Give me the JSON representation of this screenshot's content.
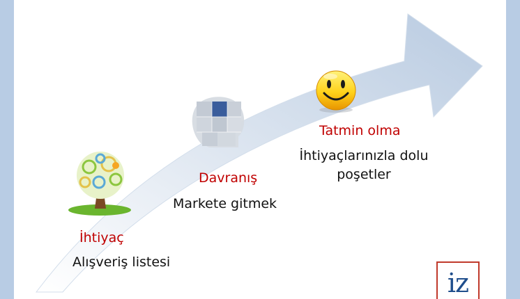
{
  "steps": [
    {
      "title": "İhtiyaç",
      "description": "Alışveriş listesi",
      "icon": "tree-icon"
    },
    {
      "title": "Davranış",
      "description": "Markete gitmek",
      "icon": "puzzle-head-icon"
    },
    {
      "title": "Tatmin olma",
      "description": "İhtiyaçlarınızla dolu poşetler",
      "icon": "smiley-icon"
    }
  ],
  "logo": {
    "text": "iz"
  },
  "colors": {
    "side_bar": "#b8cce4",
    "arrow": "#c6d4e6",
    "step_title": "#c00000",
    "logo_border": "#c0392b",
    "logo_text": "#1f4e8c"
  }
}
